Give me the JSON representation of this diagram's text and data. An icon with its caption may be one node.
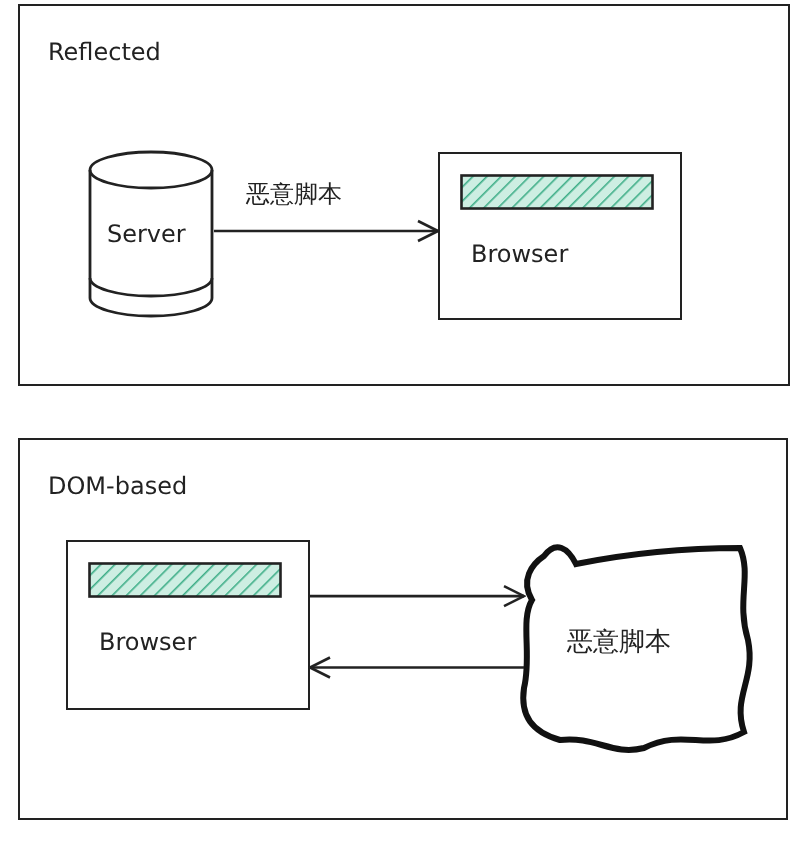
{
  "diagram": {
    "nodes": [
      {
        "text": [
          "Reflected"
        ]
      },
      {
        "text": [
          "Server"
        ],
        "in": 0
      },
      {
        "text": [
          "Browser"
        ],
        "in": 0
      },
      {
        "text": [],
        "shape": "bar",
        "in": 2
      },
      {
        "text": [
          "DOM-based"
        ]
      },
      {
        "text": [
          "Browser"
        ],
        "in": 4
      },
      {
        "text": [],
        "shape": "bar",
        "in": 5
      },
      {
        "text": [
          "恶意脚本"
        ],
        "in": 4
      }
    ],
    "edges": [
      {
        "from": 1,
        "to": 2,
        "arrow": "to",
        "label": "恶意脚本"
      },
      {
        "from": 5,
        "to": 7,
        "arrow": "to"
      },
      {
        "from": 7,
        "to": 5,
        "arrow": "to"
      }
    ]
  }
}
